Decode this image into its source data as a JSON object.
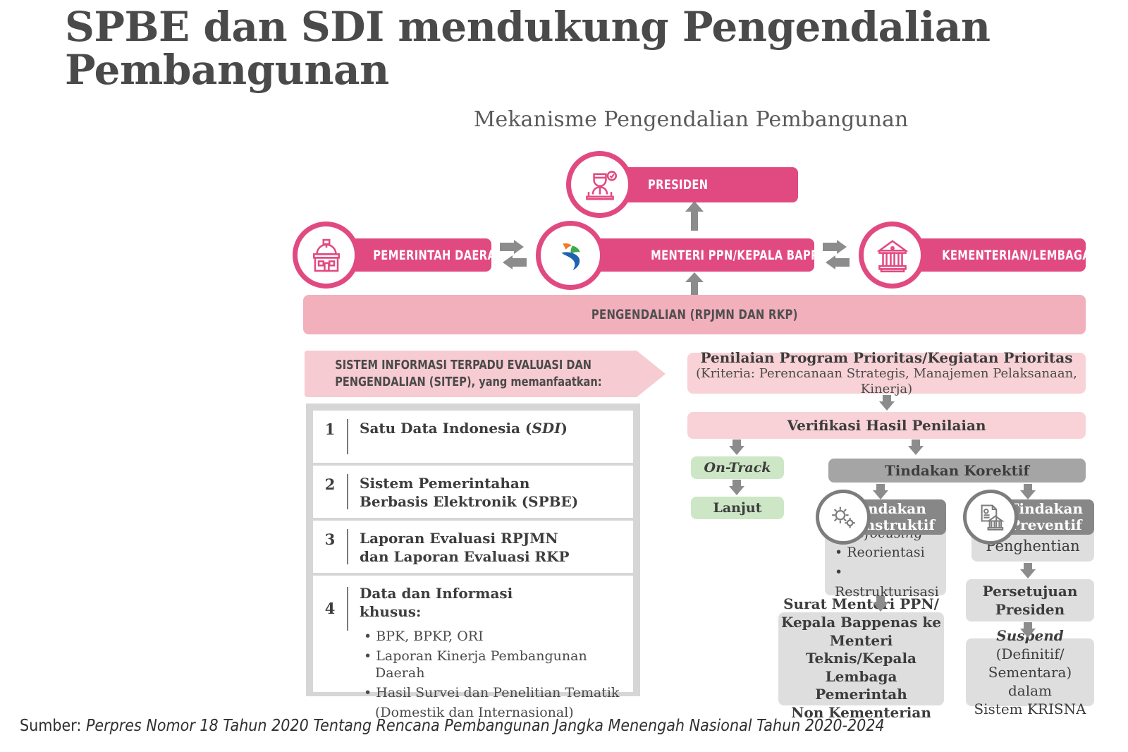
{
  "slide": {
    "title": "SPBE dan SDI mendukung Pengendalian Pembangunan",
    "source_prefix": "Sumber: ",
    "source_text": "Perpres Nomor 18 Tahun 2020 Tentang Rencana Pembangunan Jangka Menengah Nasional Tahun 2020-2024"
  },
  "diagram": {
    "title": "Mekanisme Pengendalian Pembangunan",
    "nodes": {
      "presiden": {
        "label": "PRESIDEN",
        "icon": "president-icon"
      },
      "pemerintah_daerah": {
        "label": "PEMERINTAH DAERAH",
        "icon": "regional-government-building-icon"
      },
      "menteri_ppn": {
        "label": "MENTERI PPN/KEPALA BAPPENAS",
        "icon": "bappenas-logo-icon"
      },
      "kementerian_lembaga": {
        "label": "KEMENTERIAN/LEMBAGA",
        "icon": "ministry-classical-building-icon"
      }
    },
    "pengendalian_band": "PENGENDALIAN (RPJMN DAN RKP)"
  },
  "sitep": {
    "banner_line1": "SISTEM INFORMASI TERPADU EVALUASI DAN",
    "banner_line2": "PENGENDALIAN (SITEP), yang memanfaatkan:",
    "items": [
      {
        "num": "1",
        "title": "Satu Data Indonesia (SDI)",
        "title_plain": "Satu Data Indonesia (",
        "title_em": "SDI",
        "title_tail": ")"
      },
      {
        "num": "2",
        "line1": "Sistem Pemerintahan",
        "line2": "Berbasis Elektronik (SPBE)"
      },
      {
        "num": "3",
        "line1": "Laporan Evaluasi RPJMN",
        "line2": "dan Laporan Evaluasi RKP"
      },
      {
        "num": "4",
        "line1": "Data dan Informasi",
        "line2": "khusus:",
        "bullets": [
          "BPK, BPKP, ORI",
          "Laporan Kinerja Pembangunan Daerah",
          "Hasil Survei dan Penelitian Tematik",
          "(Domestik dan Internasional)"
        ]
      }
    ]
  },
  "flow": {
    "penilaian_title": "Penilaian Program Prioritas/Kegiatan Prioritas",
    "penilaian_sub": "(Kriteria: Perencanaan Strategis, Manajemen Pelaksanaan, Kinerja)",
    "verifikasi": "Verifikasi Hasil Penilaian",
    "on_track": "On-Track",
    "lanjut": "Lanjut",
    "tindakan_korektif": "Tindakan Korektif",
    "konstruktif": {
      "line1": "Tindakan",
      "line2": "Konstruktif",
      "icon": "gears-icon",
      "bullets": [
        "Refocusing",
        "Reorientasi",
        "Restrukturisasi"
      ]
    },
    "preventif": {
      "line1": "Tindakan",
      "line2": "Preventif",
      "icon": "document-building-icon",
      "first": "Penghentian"
    },
    "surat": [
      "Surat Menteri PPN/",
      "Kepala Bappenas ke",
      "Menteri Teknis/Kepala",
      "Lembaga Pemerintah",
      "Non Kementerian"
    ],
    "persetujuan": [
      "Persetujuan",
      "Presiden"
    ],
    "suspend": {
      "em": "Suspend",
      "lines": [
        "(Definitif/",
        "Sementara) dalam",
        "Sistem KRISNA"
      ]
    }
  },
  "colors": {
    "brand_pink": "#e14a80",
    "band_pink": "#f2afbc",
    "soft_pink": "#f8d2d6",
    "banner_pink": "#f6cbd1",
    "green": "#cde6c5",
    "gray_dark": "#a5a5a5",
    "gray_badge": "#878787",
    "gray_light": "#dedede",
    "arrow_gray": "#8c8c8c"
  }
}
